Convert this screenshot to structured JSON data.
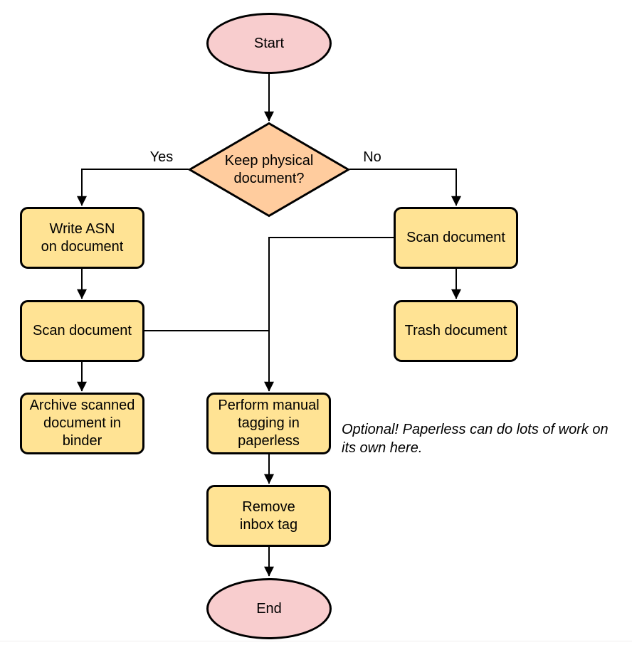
{
  "diagram_type": "flowchart",
  "colors": {
    "terminal_fill": "#f8cdce",
    "decision_fill": "#ffcc9e",
    "process_fill": "#ffe394",
    "node_border": "#000000",
    "edge_stroke": "#000000",
    "text": "#000000",
    "background": "#ffffff"
  },
  "nodes": {
    "start": {
      "type": "terminal",
      "lines": [
        "Start"
      ]
    },
    "decision_keep_physical": {
      "type": "decision",
      "lines": [
        "Keep physical",
        "document?"
      ]
    },
    "write_asn": {
      "type": "process",
      "lines": [
        "Write ASN",
        "on document"
      ]
    },
    "scan_document_left": {
      "type": "process",
      "lines": [
        "Scan document"
      ]
    },
    "archive_binder": {
      "type": "process",
      "lines": [
        "Archive scanned",
        "document in",
        "binder"
      ]
    },
    "scan_document_right": {
      "type": "process",
      "lines": [
        "Scan document"
      ]
    },
    "trash_document": {
      "type": "process",
      "lines": [
        "Trash document"
      ]
    },
    "manual_tagging": {
      "type": "process",
      "lines": [
        "Perform manual",
        "tagging in",
        "paperless"
      ]
    },
    "remove_inbox_tag": {
      "type": "process",
      "lines": [
        "Remove",
        "inbox tag"
      ]
    },
    "end": {
      "type": "terminal",
      "lines": [
        "End"
      ]
    }
  },
  "edge_labels": {
    "yes": "Yes",
    "no": "No"
  },
  "annotation": {
    "lines": [
      "Optional! Paperless can do lots of work on",
      "its own here."
    ]
  }
}
